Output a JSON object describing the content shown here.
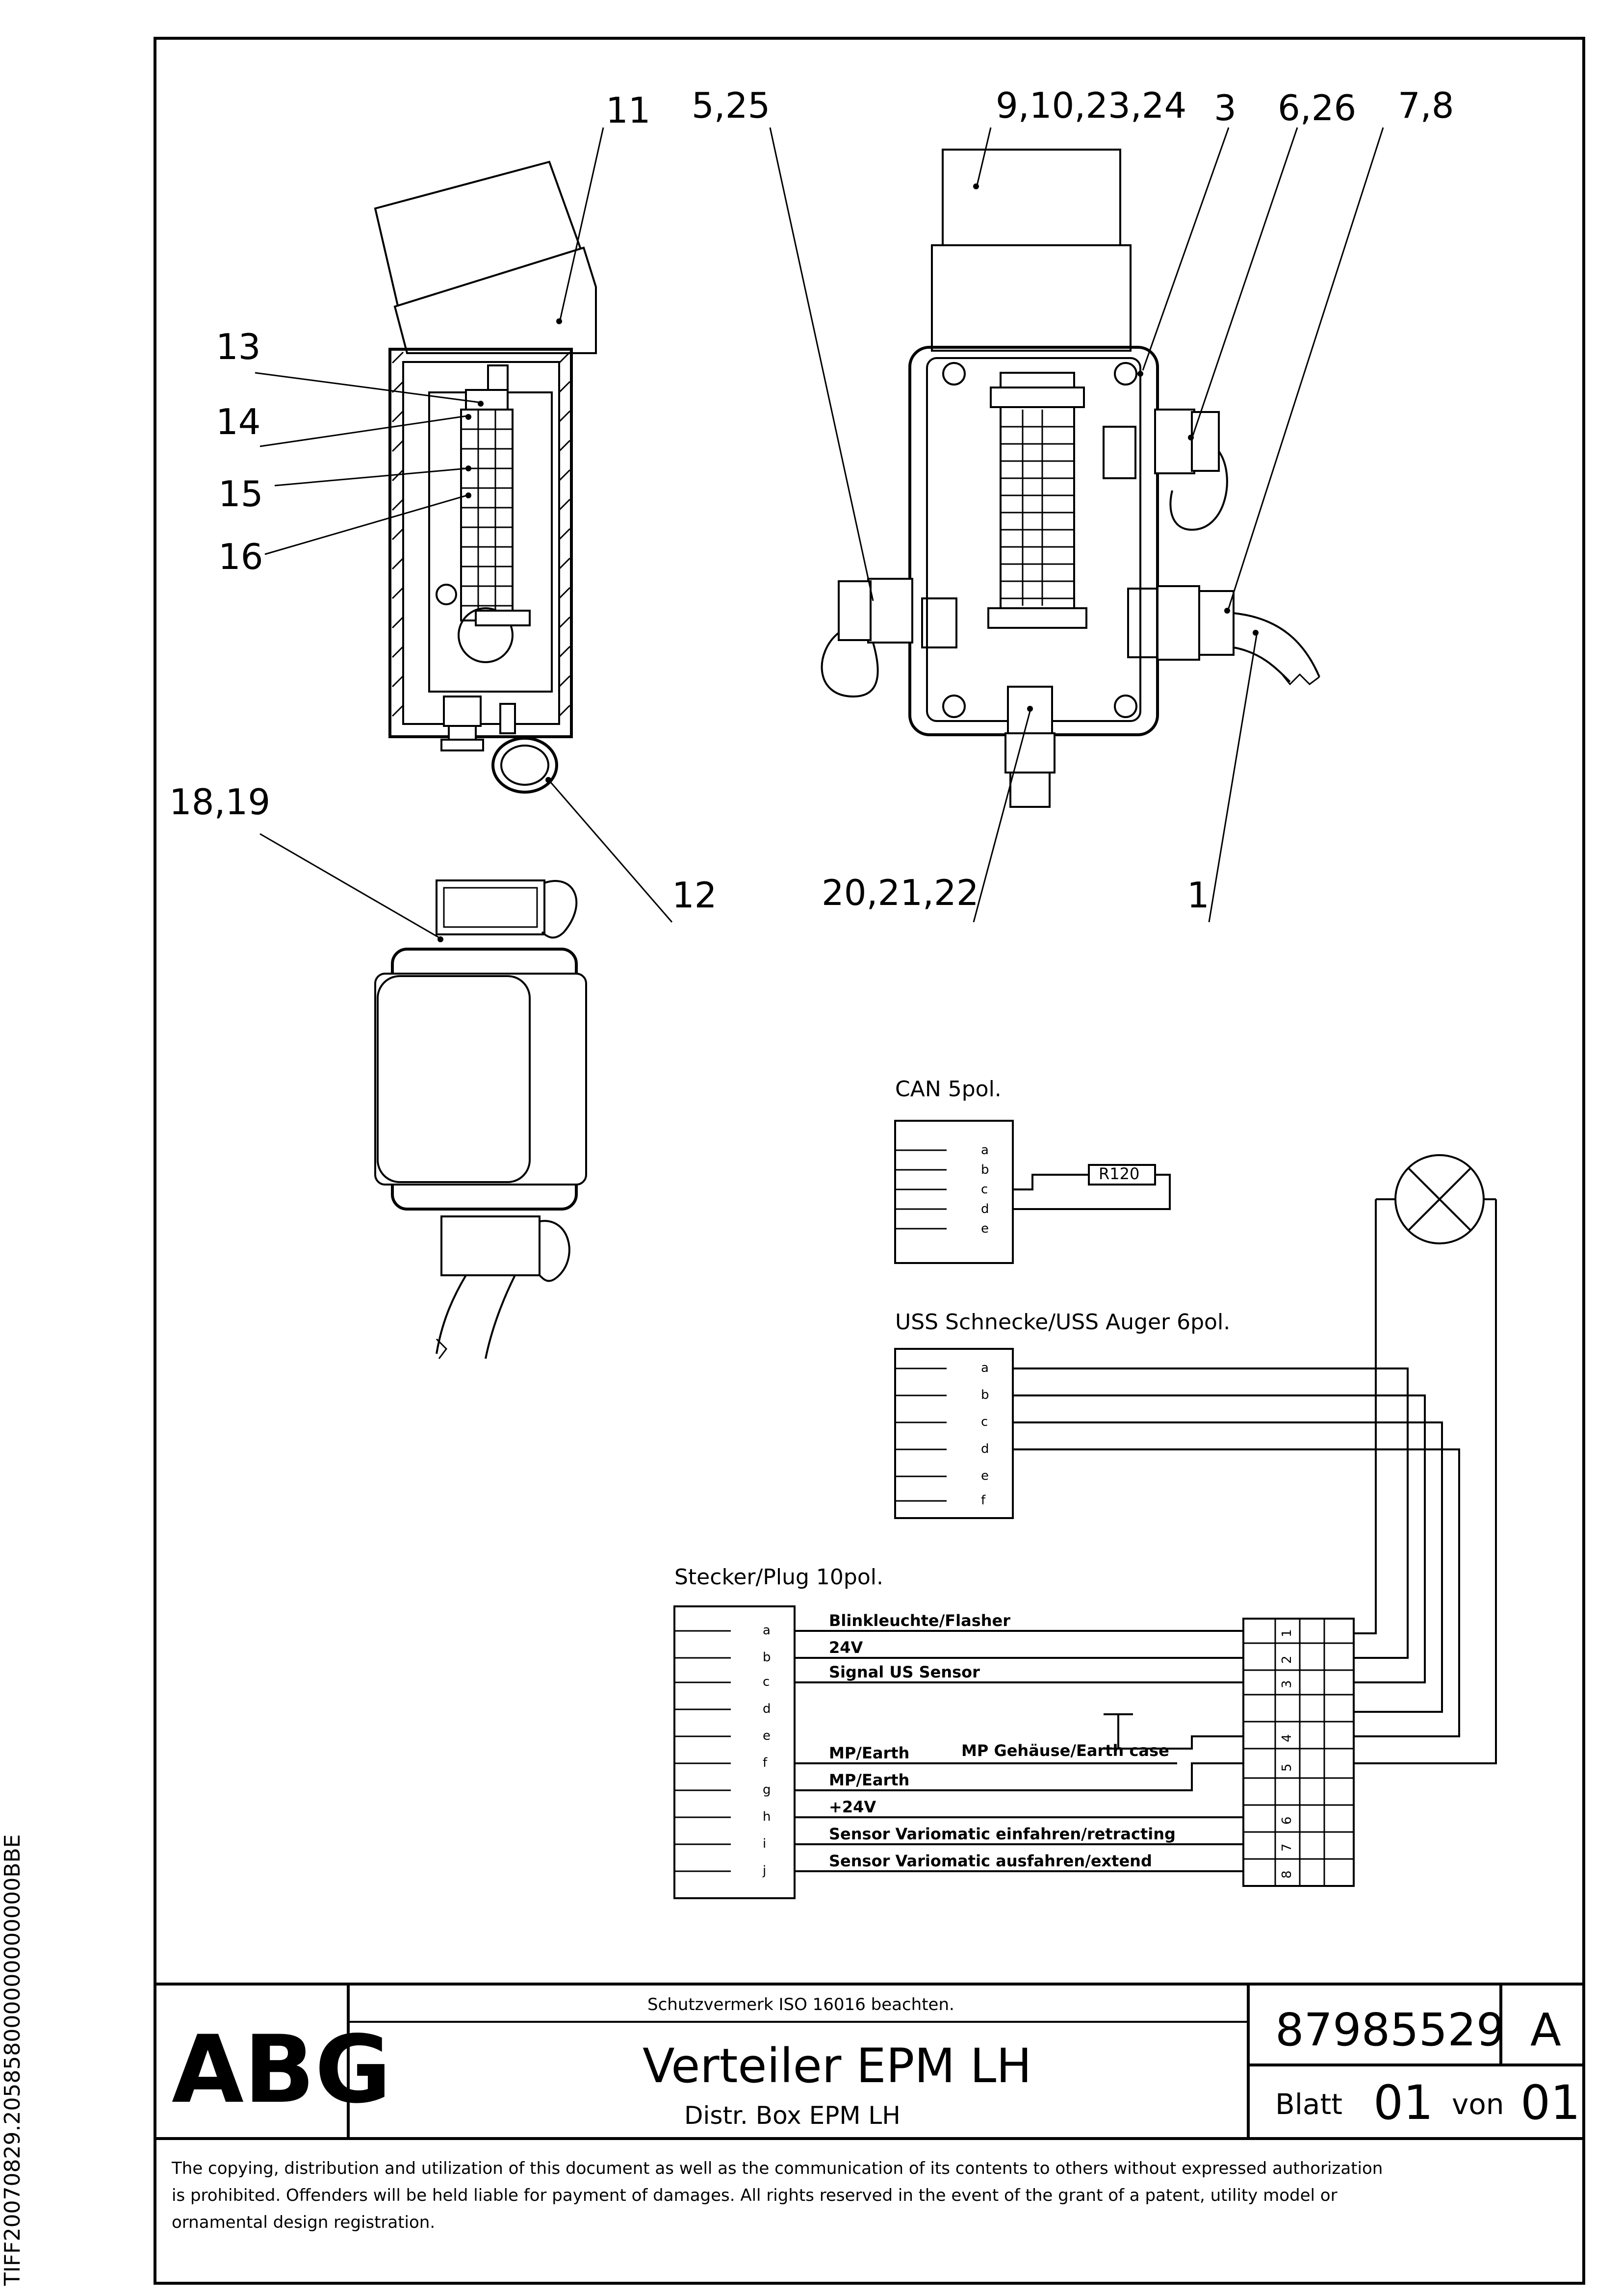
{
  "side_id": "TIFF20070829.205858000000000000BBE",
  "callouts": {
    "c11": "11",
    "c5_25": "5,25",
    "c9_10": "9,10,23,24",
    "c3": "3",
    "c6_26": "6,26",
    "c7_8": "7,8",
    "c13": "13",
    "c14": "14",
    "c15": "15",
    "c16": "16",
    "c18_19": "18,19",
    "c12": "12",
    "c20": "20,21,22",
    "c1": "1"
  },
  "can": {
    "title": "CAN 5pol.",
    "pins": [
      "a",
      "b",
      "c",
      "d",
      "e"
    ],
    "resistor": "R120"
  },
  "uss": {
    "title": "USS Schnecke/USS Auger 6pol.",
    "pins": [
      "a",
      "b",
      "c",
      "d",
      "e",
      "f"
    ]
  },
  "plug": {
    "title": "Stecker/Plug 10pol.",
    "pins": [
      "a",
      "b",
      "c",
      "d",
      "e",
      "f",
      "g",
      "h",
      "i",
      "j"
    ],
    "wires": {
      "a": "Blinkleuchte/Flasher",
      "b": "24V",
      "c": "Signal US Sensor",
      "f": "MP/Earth",
      "g": "MP/Earth",
      "h": "+24V",
      "i": "Sensor Variomatic einfahren/retracting",
      "j": "Sensor Variomatic ausfahren/extend"
    },
    "case_label": "MP Gehäuse/Earth case"
  },
  "terminal_numbers": [
    "1",
    "2",
    "3",
    "4",
    "5",
    "6",
    "7",
    "8"
  ],
  "title_block": {
    "logo": "ABG",
    "protection_note": "Schutzvermerk ISO 16016 beachten.",
    "title": "Verteiler EPM LH",
    "subtitle": "Distr. Box EPM LH",
    "drawing_number": "87985529",
    "revision": "A",
    "sheet_label": "Blatt",
    "sheet": "01",
    "of_label": "von",
    "sheet_total": "01"
  },
  "notice": [
    "The copying, distribution and utilization of this document as well as the communication of its contents to others without expressed authorization",
    "is prohibited. Offenders will be held liable for payment of damages. All rights reserved in the event of the grant of a patent, utility model or",
    "ornamental design registration."
  ]
}
